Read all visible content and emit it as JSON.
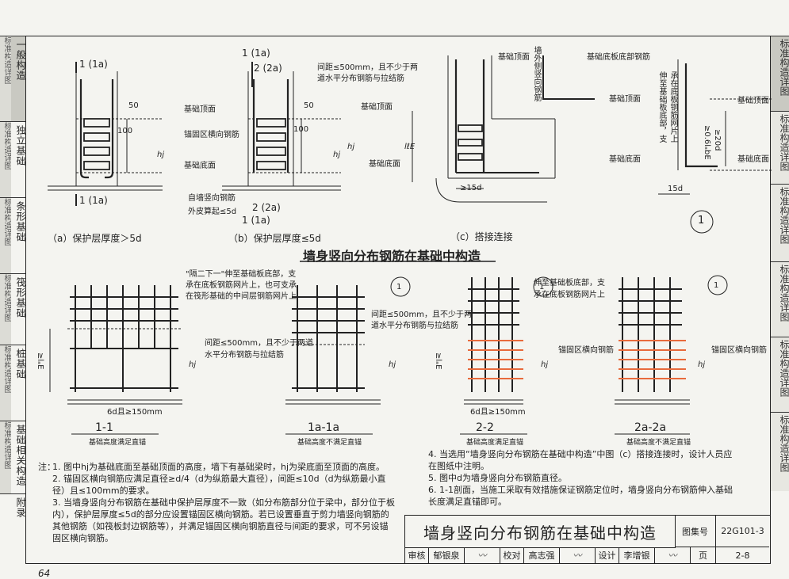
{
  "left_tabs": [
    {
      "category": "标准构造详图",
      "name": "一般构造",
      "active": true
    },
    {
      "category": "标准构造详图",
      "name": "独立基础",
      "active": false
    },
    {
      "category": "标准构造详图",
      "name": "条形基础",
      "active": false
    },
    {
      "category": "标准构造详图",
      "name": "筏形基础",
      "active": false
    },
    {
      "category": "标准构造详图",
      "name": "桩基础",
      "active": false
    },
    {
      "category": "标准构造详图",
      "name": "基础相关构造",
      "active": false
    },
    {
      "category": "",
      "name": "附录",
      "active": false
    }
  ],
  "right_tabs": [
    "标准构造详图",
    "标准构造详图",
    "标准构造详图",
    "标准构造详图",
    "标准构造详图",
    "标准构造详图"
  ],
  "top_views": {
    "a": {
      "caption": "（a）保护层厚度＞5d",
      "sec_top": "1 (1a)",
      "sec_bot": "1 (1a)"
    },
    "b": {
      "caption": "（b）保护层厚度≤5d",
      "sec_top1": "1 (1a)",
      "sec_top2": "2 (2a)",
      "sec_mid1": "2 (2a)",
      "sec_mid2": "1 (1a)",
      "label_outer": "自墙竖向钢筋",
      "label_outer2": "外皮算起≤5d"
    },
    "c": {
      "caption": "（c）搭接连接",
      "label_spacing": "间距≤500mm，且不少于两",
      "label_spacing2": "道水平分布钢筋与拉结筋",
      "label_wall": "墙外侧竖向钢筋",
      "label_bottom_bars": "基础底板底部钢筋",
      "lap": "≥15d",
      "le": "lℓE"
    },
    "d": {
      "label1": "伸至基础板底部，支",
      "label2": "承在底板钢筋网片上",
      "dim1": "≥0.6lₐbE",
      "dim2": "≥20d",
      "lap": "15d",
      "circle": "1"
    },
    "labels": {
      "top": "基础顶面",
      "bottom": "基础底面",
      "anchor": "锚固区横向钢筋",
      "dim_100": "100",
      "dim_50": "50",
      "hj": "hj"
    }
  },
  "main_title": "墙身竖向分布钢筋在基础中构造",
  "sections": [
    {
      "id": "1-1",
      "sub": "基础高度满足直锚",
      "note1": "\"隔二下一\"伸至基础板底部，支",
      "note2": "承在底板钢筋网片上，也可支承",
      "note3": "在筏形基础的中间层钢筋网片上",
      "spacing1": "间距≤500mm，且不少于两道",
      "spacing2": "水平分布钢筋与拉结筋",
      "dim": "6d且≥150mm",
      "lae": "≥lₐE"
    },
    {
      "id": "1a-1a",
      "sub": "基础高度不满足直锚",
      "circle": "1",
      "spacing1": "间距≤500mm，且不少于两",
      "spacing2": "道水平分布钢筋与拉结筋"
    },
    {
      "id": "2-2",
      "sub": "基础高度满足直锚",
      "circle": "1",
      "note1": "伸至基础板底部，支",
      "note2": "承在底板钢筋网片上",
      "anchor": "锚固区横向钢筋",
      "dim": "6d且≥150mm",
      "lae": "≥lₐE"
    },
    {
      "id": "2a-2a",
      "sub": "基础高度不满足直锚",
      "circle": "1",
      "anchor": "锚固区横向钢筋"
    }
  ],
  "notes_left": {
    "head": "注：",
    "items": [
      "1. 图中hj为基础底面至基础顶面的高度，墙下有基础梁时，hj为梁底面至顶面的高度。",
      "2. 锚固区横向钢筋应满足直径≥d/4（d为纵筋最大直径），间距≤10d（d为纵筋最小直径）且≤100mm的要求。",
      "3. 当墙身竖向分布钢筋在基础中保护层厚度不一致（如分布筋部分位于梁中，部分位于板内），保护层厚度≤5d的部分应设置锚固区横向钢筋。若已设置垂直于剪力墙竖向钢筋的其他钢筋（如筏板封边钢筋等），并满足锚固区横向钢筋直径与间距的要求，可不另设锚固区横向钢筋。"
    ]
  },
  "notes_right": [
    "4. 当选用“墙身竖向分布钢筋在基础中构造”中图（c）搭接连接时，设计人员应在图纸中注明。",
    "5. 图中d为墙身竖向分布钢筋直径。",
    "6. 1-1剖面，当施工采取有效措施保证钢筋定位时，墙身竖向分布钢筋伸入基础长度满足直锚即可。"
  ],
  "title_block": {
    "title": "墙身竖向分布钢筋在基础中构造",
    "atlas_label": "图集号",
    "atlas_no": "22G101-3",
    "page_label": "页",
    "page_no": "2-8",
    "review_label": "审核",
    "reviewer": "郁银泉",
    "check_label": "校对",
    "checker": "高志强",
    "design_label": "设计",
    "designer": "李增银"
  },
  "page_number": "64",
  "colors": {
    "ink": "#222222",
    "anchor_bar": "#e86a3c",
    "paper": "#f4f4f0"
  }
}
